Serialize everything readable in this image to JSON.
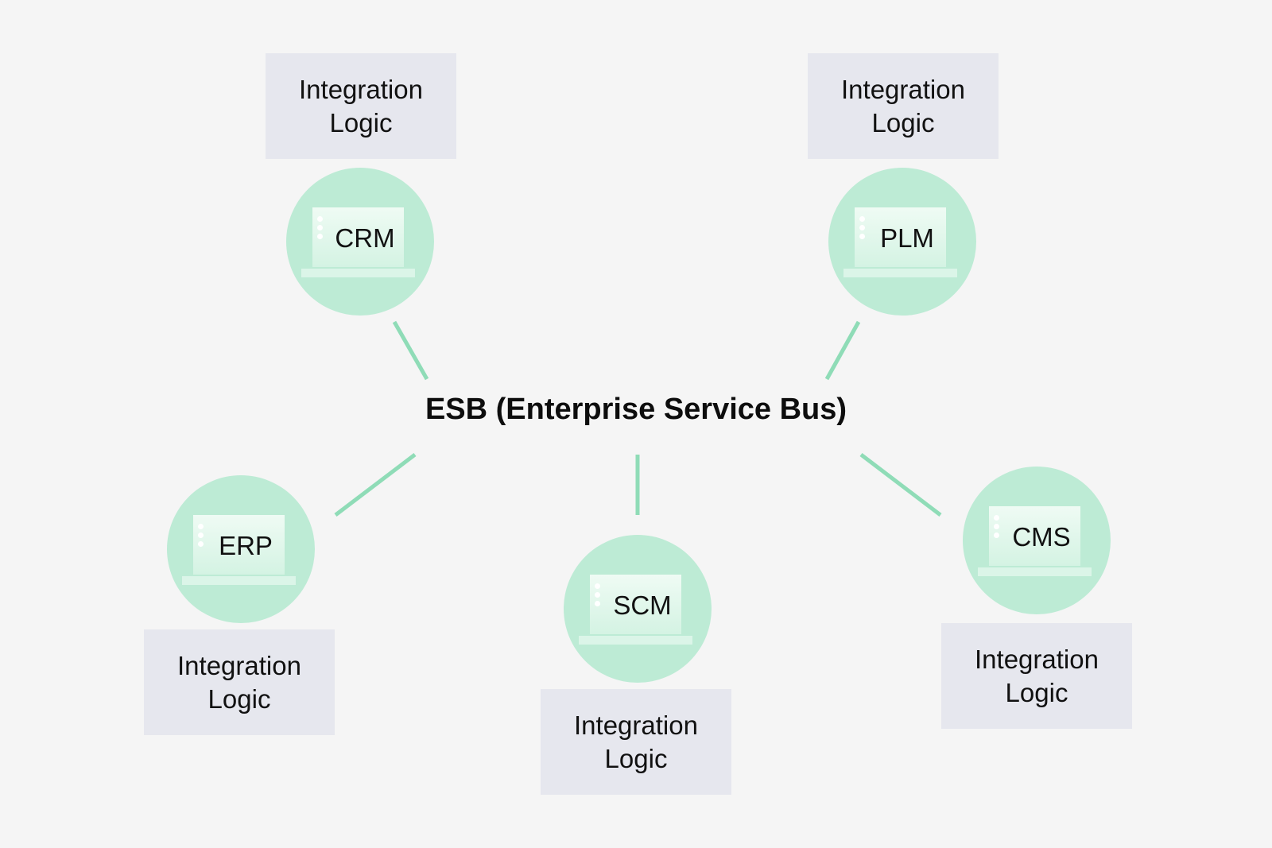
{
  "hub": {
    "label": "ESB (Enterprise Service Bus)"
  },
  "colors": {
    "background": "#f5f5f5",
    "node_fill": "#bdebd5",
    "connector": "#8fdcb7",
    "logic_box_fill": "#e6e7ee"
  },
  "systems": [
    {
      "id": "crm",
      "label": "CRM",
      "icon": "laptop-icon",
      "logic_label": "Integration\nLogic"
    },
    {
      "id": "plm",
      "label": "PLM",
      "icon": "laptop-icon",
      "logic_label": "Integration\nLogic"
    },
    {
      "id": "erp",
      "label": "ERP",
      "icon": "laptop-icon",
      "logic_label": "Integration\nLogic"
    },
    {
      "id": "scm",
      "label": "SCM",
      "icon": "laptop-icon",
      "logic_label": "Integration\nLogic"
    },
    {
      "id": "cms",
      "label": "CMS",
      "icon": "laptop-icon",
      "logic_label": "Integration\nLogic"
    }
  ]
}
